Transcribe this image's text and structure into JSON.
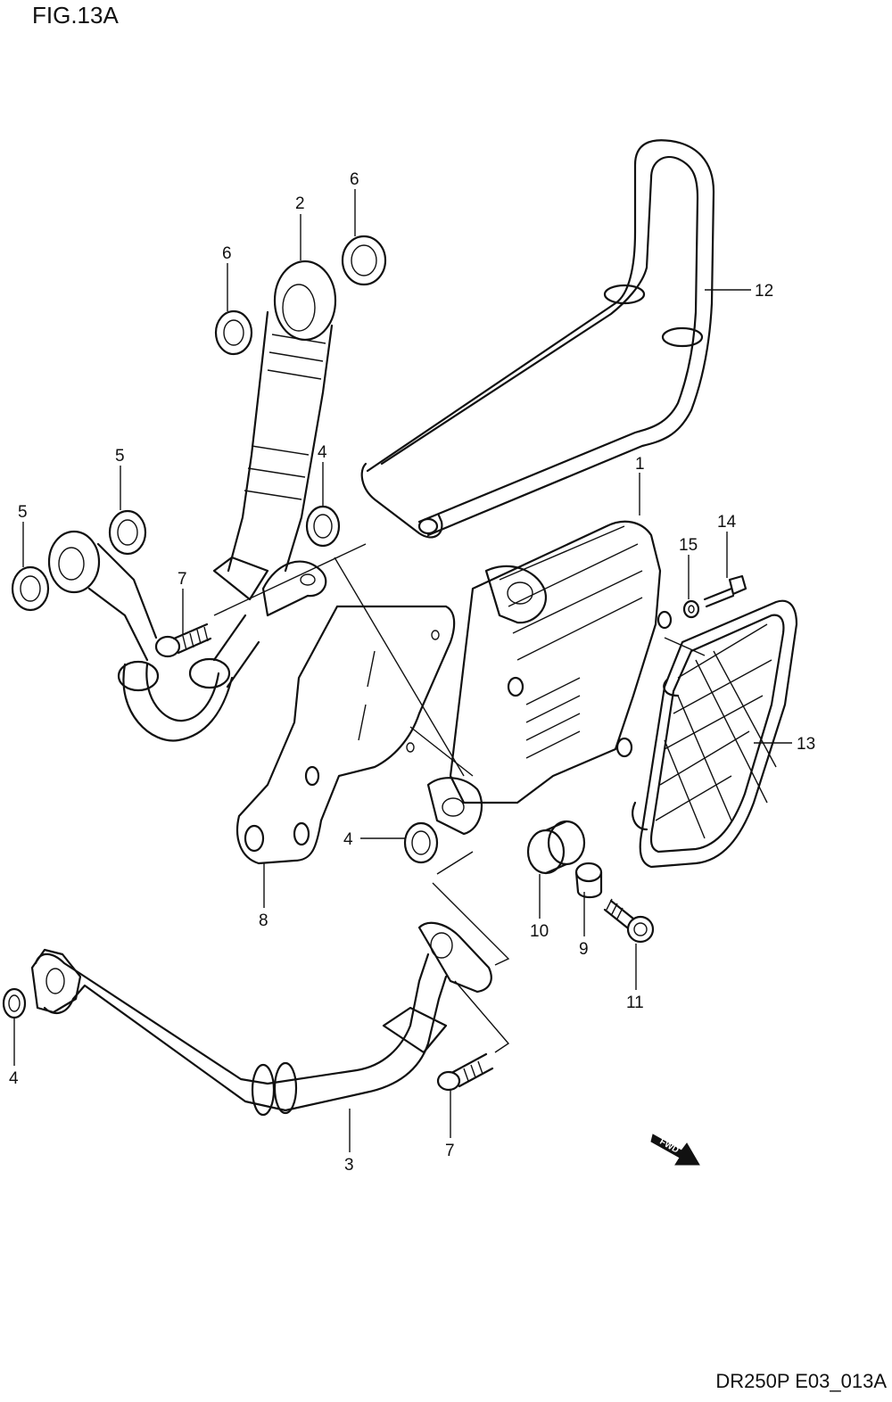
{
  "title": "FIG.13A",
  "footer": "DR250P E03_013A",
  "fwd_label": "FWD",
  "callouts": {
    "c1": "1",
    "c2": "2",
    "c3": "3",
    "c4a": "4",
    "c4b": "4",
    "c4c": "4",
    "c5a": "5",
    "c5b": "5",
    "c6a": "6",
    "c6b": "6",
    "c7a": "7",
    "c7b": "7",
    "c8": "8",
    "c9": "9",
    "c10": "10",
    "c11": "11",
    "c12": "12",
    "c13": "13",
    "c14": "14",
    "c15": "15"
  }
}
